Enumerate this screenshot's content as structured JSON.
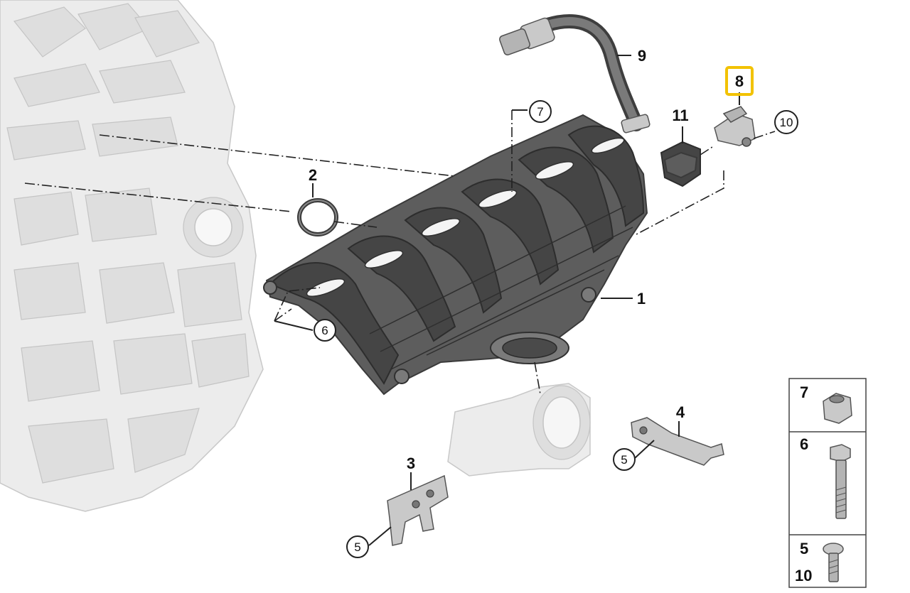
{
  "callouts": {
    "c1": "1",
    "c2": "2",
    "c3": "3",
    "c4": "4",
    "c5a": "5",
    "c5b": "5",
    "c6": "6",
    "c7": "7",
    "c8": "8",
    "c9": "9",
    "c10": "10",
    "c11": "11"
  },
  "legend": {
    "row1": "7",
    "row2": "6",
    "row3a": "5",
    "row3b": "10"
  },
  "highlight": {
    "part": "8",
    "color": "#f2c200"
  }
}
